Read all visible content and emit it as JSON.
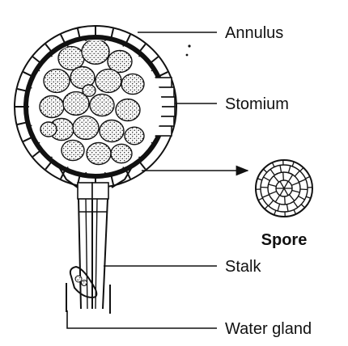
{
  "labels": {
    "annulus": "Annulus",
    "stomium": "Stomium",
    "spore": "Spore",
    "stalk": "Stalk",
    "water_gland": "Water gland"
  }
}
